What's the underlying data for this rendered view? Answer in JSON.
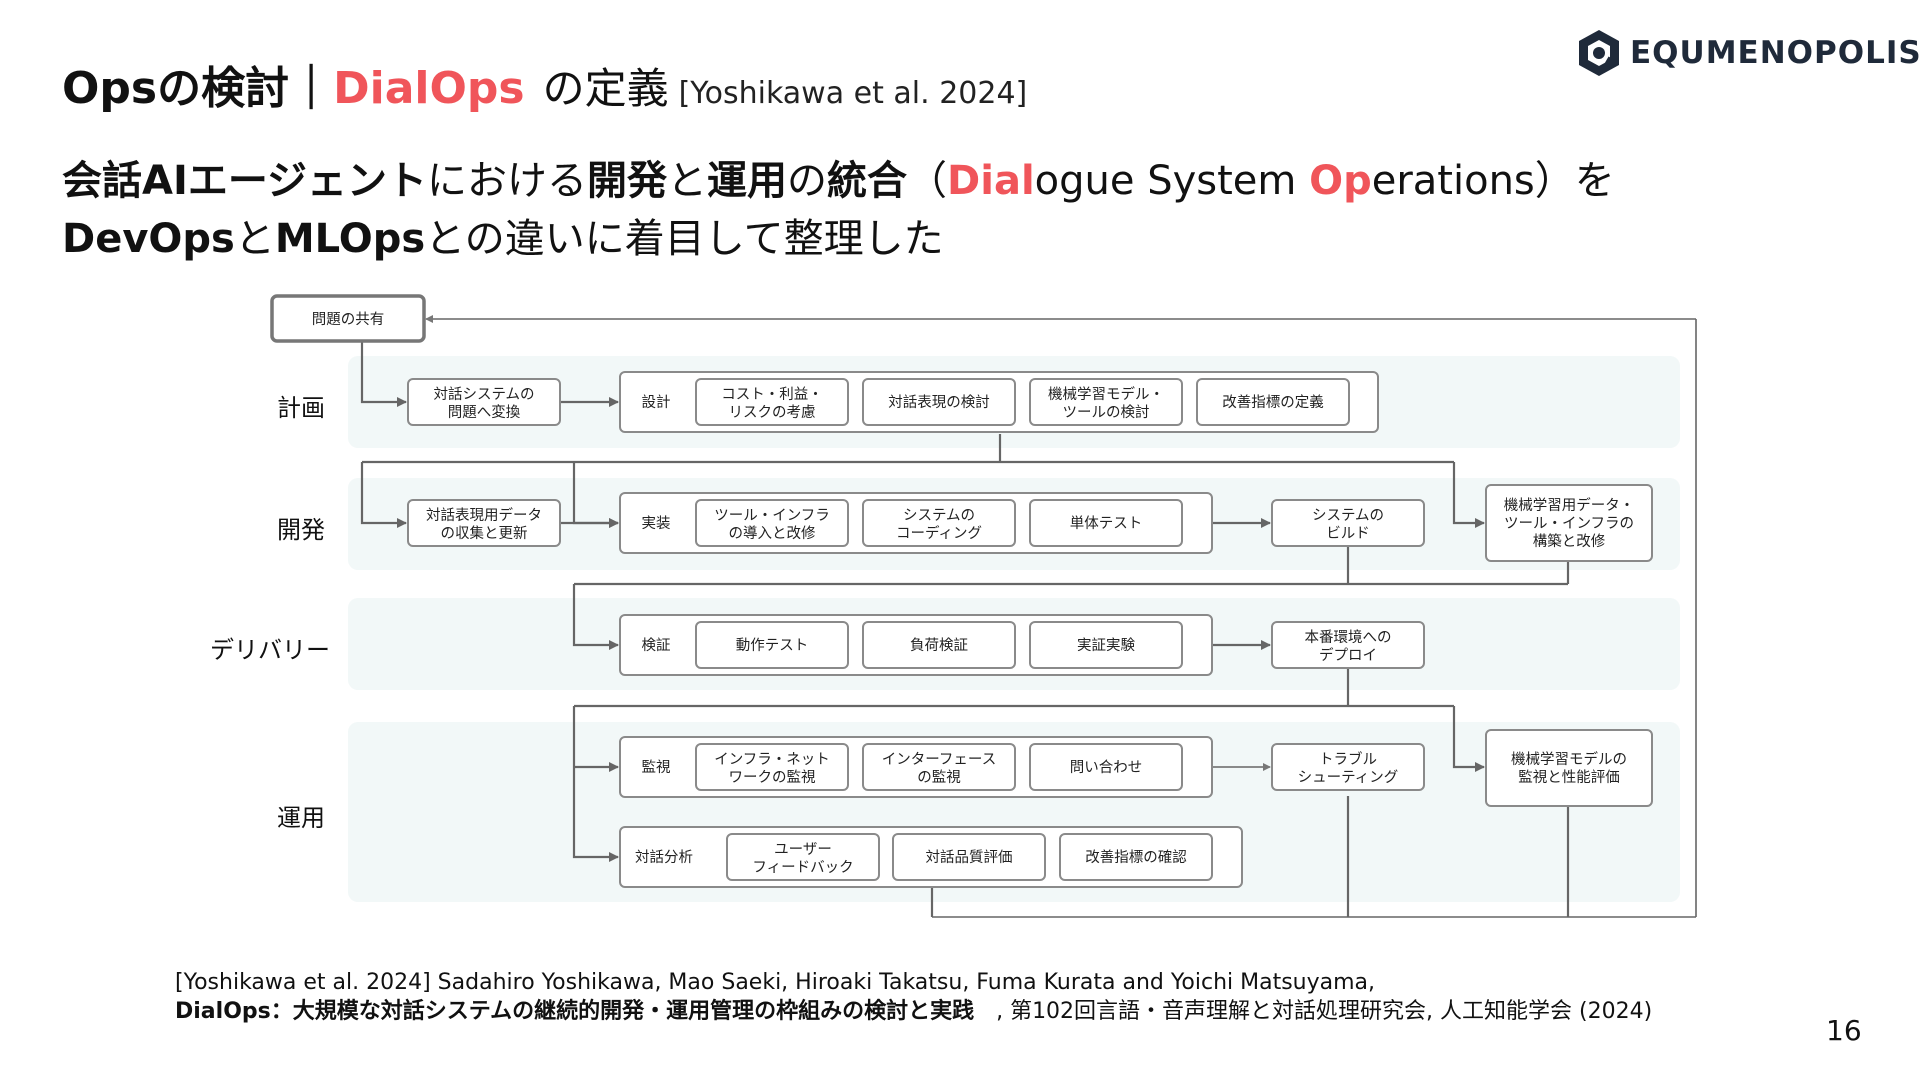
{
  "title": {
    "main": "Opsの検討｜",
    "red": "DialOps",
    "def": "の定義",
    "cite": "[Yoshikawa et al. 2024]"
  },
  "logo": {
    "icon": "equmenopolis-hex-icon",
    "word": "EQUMENOPOLIS",
    "color": "#1f2a3a"
  },
  "subtitle": {
    "l1_a": "会話AIエージェント",
    "l1_b": "における",
    "l1_c": "開発",
    "l1_d": "と",
    "l1_e": "運用",
    "l1_f": "の",
    "l1_g": "統合",
    "l1_h": "（",
    "l1_i": "Dial",
    "l1_j": "ogue System ",
    "l1_k": "Op",
    "l1_l": "erations",
    "l1_m": "）を",
    "l2_a": "DevOps",
    "l2_b": "と",
    "l2_c": "MLOps",
    "l2_d": "との違いに着目して整理した"
  },
  "lanes": {
    "plan": "計画",
    "dev": "開発",
    "delivery": "デリバリー",
    "ops": "運用"
  },
  "nodes": {
    "share": "問題の共有",
    "convert": [
      "対話システムの",
      "問題へ変換"
    ],
    "design": "設計",
    "cost": [
      "コスト・利益・",
      "リスクの考慮"
    ],
    "expr": "対話表現の検討",
    "mlmodel": [
      "機械学習モデル・",
      "ツールの検討"
    ],
    "metric_def": "改善指標の定義",
    "collect": [
      "対話表現用データ",
      "の収集と更新"
    ],
    "impl": "実装",
    "tool_intro": [
      "ツール・インフラ",
      "の導入と改修"
    ],
    "sys_code": [
      "システムの",
      "コーディング"
    ],
    "unit_test": "単体テスト",
    "sys_build": [
      "システムの",
      "ビルド"
    ],
    "ml_data": [
      "機械学習用データ・",
      "ツール・インフラの",
      "構築と改修"
    ],
    "verify": "検証",
    "op_test": "動作テスト",
    "load_test": "負荷検証",
    "real_test": "実証実験",
    "deploy": [
      "本番環境への",
      "デプロイ"
    ],
    "monitor": "監視",
    "infra_mon": [
      "インフラ・ネット",
      "ワークの監視"
    ],
    "if_mon": [
      "インターフェース",
      "の監視"
    ],
    "inquiry": "問い合わせ",
    "trouble": [
      "トラブル",
      "シューティング"
    ],
    "ml_mon": [
      "機械学習モデルの",
      "監視と性能評価"
    ],
    "analysis": "対話分析",
    "feedback": [
      "ユーザー",
      "フィードバック"
    ],
    "quality": "対話品質評価",
    "metric_check": "改善指標の確認"
  },
  "reference": {
    "line1": "[Yoshikawa et al. 2024] Sadahiro Yoshikawa, Mao Saeki,  Hiroaki Takatsu, Fuma Kurata and Yoichi Matsuyama,",
    "line2_bold": "DialOps：大規模な対話システムの継続的開発・運用管理の枠組みの検討と実践",
    "line2_rest": "　, 第102回言語・音声理解と対話処理研究会, 人工知能学会 (2024)"
  },
  "page_number": "16",
  "colors": {
    "accent_red": "#f0555a",
    "lane_bg": "#f2f8f8",
    "box_border": "#8a8a8a",
    "line": "#666666"
  }
}
